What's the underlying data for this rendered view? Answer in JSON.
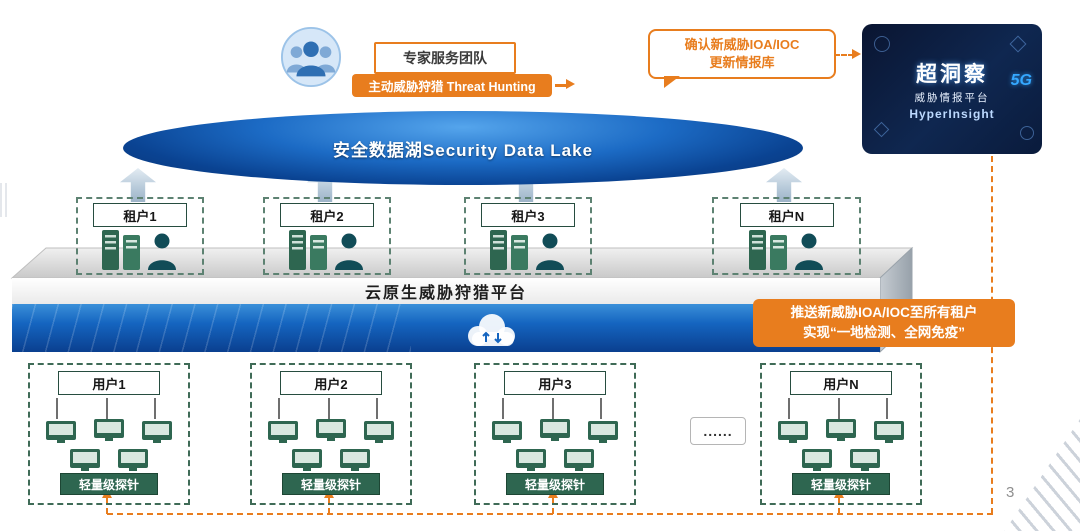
{
  "slide": {
    "page_number": "3",
    "ellipsis": "......"
  },
  "expert": {
    "team": "专家服务团队",
    "hunting": "主动威胁狩猎 Threat Hunting"
  },
  "callout_confirm": {
    "line1": "确认新威胁IOA/IOC",
    "line2": "更新情报库"
  },
  "callout_push": {
    "line1": "推送新威胁IOA/IOC至所有租户",
    "line2": "实现“一地检测、全网免疫”"
  },
  "hyperinsight": {
    "title": "超洞察",
    "subtitle": "威胁情报平台",
    "brand": "HyperInsight",
    "badge_5g": "5G"
  },
  "lake": {
    "label": "安全数据湖Security Data Lake"
  },
  "platform": {
    "label": "云原生威胁狩猎平台"
  },
  "tenants": [
    {
      "label": "租户1"
    },
    {
      "label": "租户2"
    },
    {
      "label": "租户3"
    },
    {
      "label": "租户N"
    }
  ],
  "users": [
    {
      "label": "用户1",
      "probe": "轻量级探针"
    },
    {
      "label": "用户2",
      "probe": "轻量级探针"
    },
    {
      "label": "用户3",
      "probe": "轻量级探针"
    },
    {
      "label": "用户N",
      "probe": "轻量级探针"
    }
  ],
  "colors": {
    "accent_orange": "#E87D1E",
    "lake_blue": "#0B4EA2",
    "probe_green": "#2E6650"
  }
}
